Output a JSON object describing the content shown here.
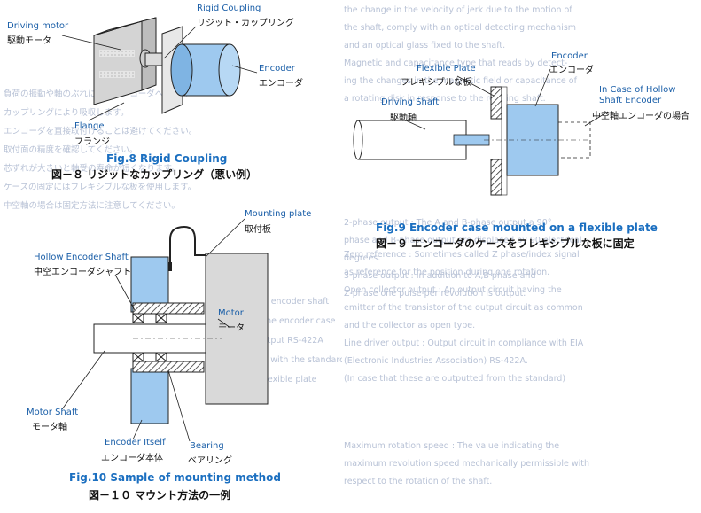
{
  "background_text": {
    "right_column": [
      "the change in the velocity of jerk due to the motion of",
      "the shaft, comply with an optical detecting mechanism",
      "and an optical glass fixed to the shaft.",
      "Magnetic and capacitance type that reads by detect-",
      "ing the changes in the magnetic field or capacitance of",
      "a rotating disk in response to the rotating shaft.",
      "2-phase output : The A and B-phase output a 90°",
      "phase and B-phase output are displaced by 90 electrical",
      "degrees.",
      "3-phase output : In addition to A,B phase and",
      "Z-phase one pulse per revolution is output.",
      "Zero reference : Sometimes called Z phase/index signal",
      "as reference for the position during one rotation.",
      "Open collector output : An output circuit having the",
      "emitter of the transistor of the output circuit as common",
      "and the collector as open type.",
      "Line driver output : Output circuit in compliance with EIA",
      "(Electronic Industries Association) RS-422A.",
      "(In case that these are outputted from the standard)",
      "Maximum rotation speed : The value indicating the",
      "maximum revolution speed mechanically permissible with",
      "respect to the rotation of the shaft."
    ],
    "left_column": [
      "負荷の振動や軸のぶれによるエンコーダへの影響",
      "カップリングにより吸収します。",
      "エンコーダを直接取付けることは避けてください。",
      "取付面の精度を確認してください。",
      "芯ずれが大きいと軸受の寿命が短くなります。",
      "ケースの固定にはフレキシブルな板を使用します。",
      "中空軸の場合は固定方法に注意してください。"
    ],
    "middle_column": [
      "Subject to the encoder shaft",
      "Driving with the encoder case",
      "Line driver output RS-422A",
      "in compliance with the standard",
      "Subject to a flexible plate"
    ]
  },
  "fig8": {
    "labels": {
      "driving_motor_en": "Driving motor",
      "driving_motor_jp": "駆動モータ",
      "rigid_coupling_en": "Rigid Coupling",
      "rigid_coupling_jp": "リジット・カップリング",
      "encoder_en": "Encoder",
      "encoder_jp": "エンコーダ",
      "flange_en": "Flange",
      "flange_jp": "フランジ"
    },
    "caption_en": "Fig.8 Rigid Coupling",
    "caption_jp": "図－８ リジットなカップリング（悪い例）"
  },
  "fig9": {
    "labels": {
      "flexible_plate_en": "Flexible Plate",
      "flexible_plate_jp": "フレキシブルな板",
      "encoder_en": "Encoder",
      "encoder_jp": "エンコーダ",
      "hollow_case_en_1": "In Case of Hollow",
      "hollow_case_en_2": "Shaft Encoder",
      "hollow_case_jp": "中空軸エンコーダの場合",
      "driving_shaft_en": "Driving Shaft",
      "driving_shaft_jp": "駆動軸"
    },
    "caption_en": "Fig.9 Encoder case mounted on a flexible plate",
    "caption_jp": "図－９ エンコーダのケースをフレキシブルな板に固定"
  },
  "fig10": {
    "labels": {
      "mounting_plate_en": "Mounting plate",
      "mounting_plate_jp": "取付板",
      "hollow_shaft_en": "Hollow Encoder Shaft",
      "hollow_shaft_jp": "中空エンコーダシャフト",
      "motor_en": "Motor",
      "motor_jp": "モータ",
      "motor_shaft_en": "Motor Shaft",
      "motor_shaft_jp": "モータ軸",
      "encoder_itself_en": "Encoder Itself",
      "encoder_itself_jp": "エンコーダ本体",
      "bearing_en": "Bearing",
      "bearing_jp": "ベアリング"
    },
    "caption_en": "Fig.10 Sample of mounting method",
    "caption_jp": "図－１０ マウント方法の一例"
  },
  "colors": {
    "encoder_blue": "#9ec9ef",
    "caption_blue": "#1b6fc0",
    "label_blue": "#1b5fa8",
    "gray_fill": "#d9d9d9",
    "hatch": "#444444"
  }
}
